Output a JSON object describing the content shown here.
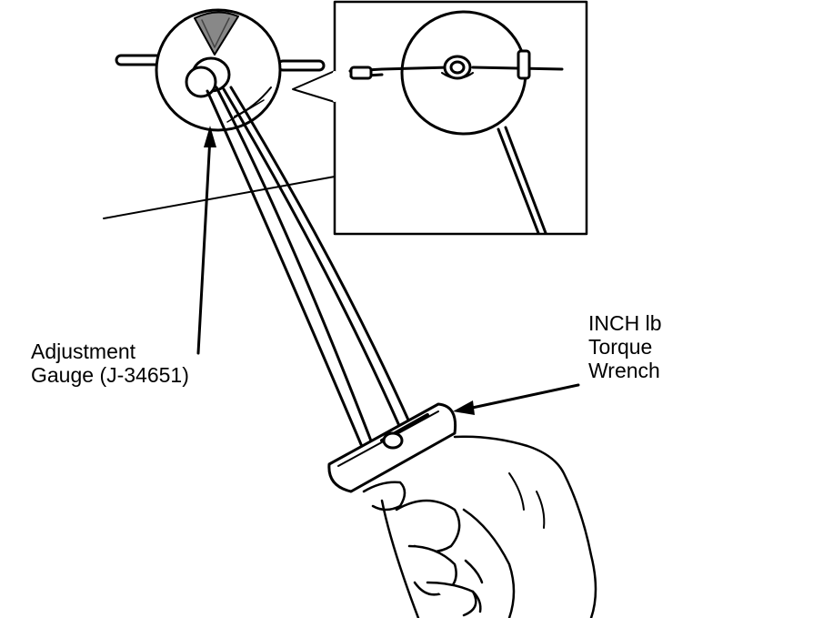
{
  "labels": {
    "gauge": {
      "line1": "Adjustment",
      "line2": "Gauge (J-34651)"
    },
    "wrench": {
      "line1": "INCH lb",
      "line2": "Torque",
      "line3": "Wrench"
    }
  },
  "colors": {
    "ink": "#000000",
    "paper": "#ffffff"
  }
}
